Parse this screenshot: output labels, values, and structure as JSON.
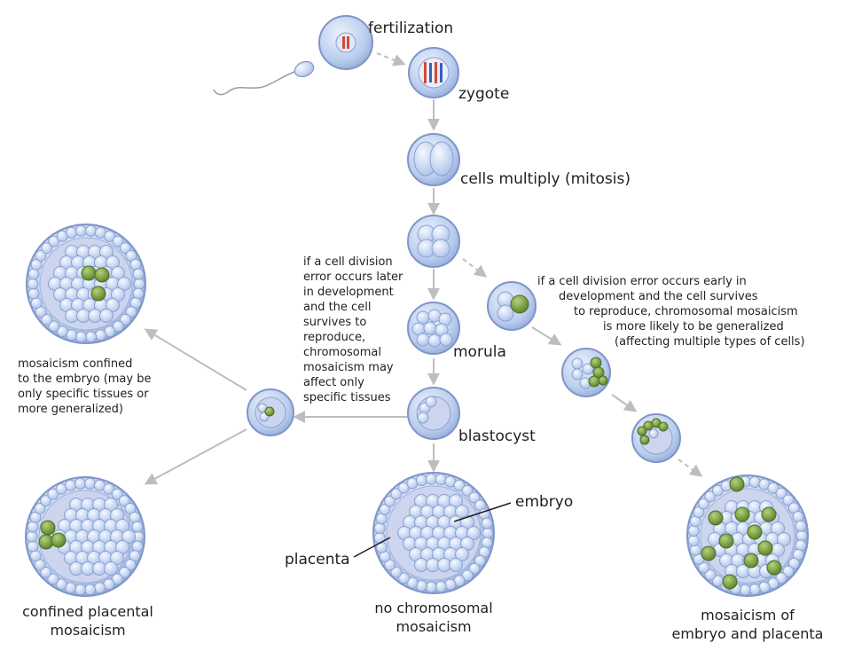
{
  "labels": {
    "fertilization": "fertilization",
    "zygote": "zygote",
    "cells_multiply": "cells multiply (mitosis)",
    "morula": "morula",
    "blastocyst": "blastocyst",
    "embryo": "embryo",
    "placenta": "placenta"
  },
  "notes": {
    "late_error": [
      "if a cell division",
      "error occurs later",
      "in development",
      "and the cell",
      "survives to",
      "reproduce,",
      "chromosomal",
      "mosaicism may",
      "affect only",
      "specific tissues"
    ],
    "early_error": [
      "if a cell division error occurs early  in",
      "development and the cell survives",
      "to reproduce, chromosomal mosaicism",
      "is more likely to be generalized",
      "(affecting multiple types of cells)"
    ],
    "embryo_confined": [
      "mosaicism confined",
      "to the embryo (may be",
      "only specific tissues or",
      "more generalized)"
    ]
  },
  "outcomes": {
    "placental": [
      "confined placental",
      "mosaicism"
    ],
    "none": [
      "no chromosomal",
      "mosaicism"
    ],
    "both": [
      "mosaicism of",
      "embryo and placenta"
    ]
  },
  "colors": {
    "cell_fill": "#b8cff0",
    "cell_stroke": "#7f95c8",
    "inner_fill": "#cdd5ee",
    "mosaic_cell": "#6f9a3a",
    "arrow": "#bdbdbd",
    "chromosome_red": "#d24a3a",
    "chromosome_blue": "#3a5fb8"
  }
}
